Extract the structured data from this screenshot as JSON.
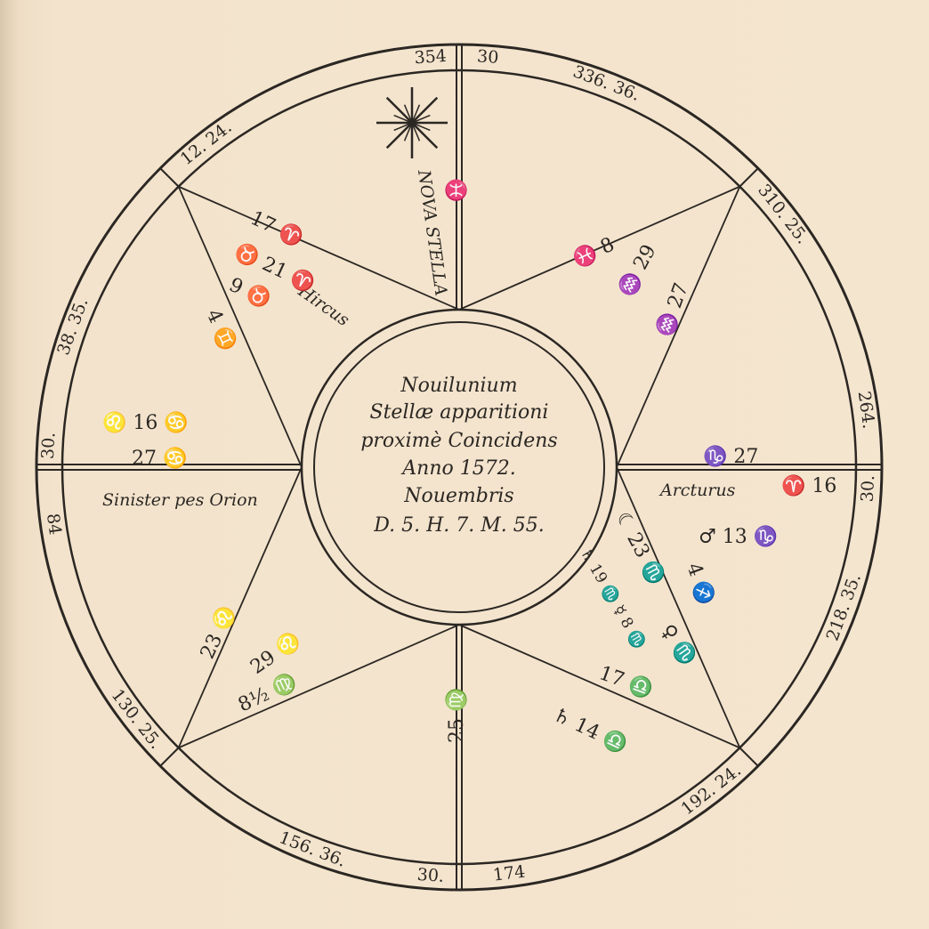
{
  "center_text": {
    "line1": "Nouilunium",
    "line2": "Stellæ apparitioni",
    "line3": "proximè Coincidens",
    "line4": "Anno 1572.",
    "line5": "Nouembris",
    "line6": "D. 5. H. 7. M. 55."
  },
  "ring_labels": [
    "354",
    "30",
    "336. 36.",
    "310. 25.",
    "264.",
    "30.",
    "218. 35.",
    "192. 24.",
    "174",
    "30.",
    "156. 36.",
    "130. 25.",
    "84",
    "30.",
    "38. 35.",
    "12. 24."
  ],
  "annotations": {
    "nova_stella": "NOVA STELLA",
    "hircus": "Hircus",
    "orion": "Sinister pes Orion",
    "arcturus": "Arcturus",
    "leo_cancer": "♌ 16 ♋",
    "cancer_27": "27 ♋",
    "top_left_1": "17 ♈",
    "top_left_2": "♉ 21 ♈",
    "top_left_3": "9 ♉",
    "gemini": "4 ♊",
    "nova_sign": "♓",
    "top_right_1": "♓ 8",
    "top_right_2": "♒ 29",
    "top_right_3": "♒ 27",
    "right_1": "♑ 27",
    "right_2": "♈ 16",
    "mars": "♂ 13 ♑",
    "moon": "☾ 23 ♏",
    "right_lines": "♄ 19 ♏   ☿ 8 ♏",
    "venus": "♀ ♏",
    "sagittarius": "4 ♐",
    "bottom_right_1": "17 ♎",
    "bottom_right_2": "♄ 14 ♎",
    "bottom_mid": "25 ♍",
    "left_leo": "23 ♌",
    "left_leo2": "29 ♌",
    "left_virgo": "8½ ♍"
  }
}
